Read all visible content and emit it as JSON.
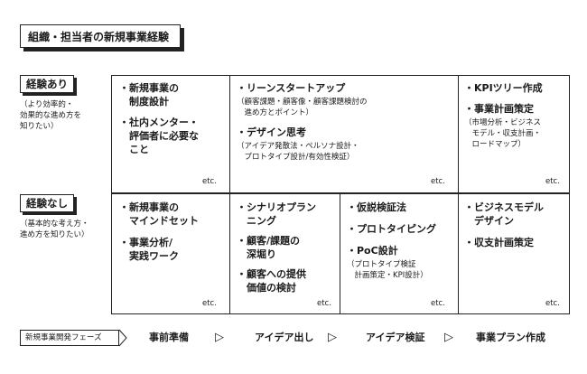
{
  "title": "組織・担当者の新規事業経験",
  "rows": [
    {
      "label": "経験あり",
      "sub": "（より効率的・\n効果的な進め方を\n知りたい）"
    },
    {
      "label": "経験なし",
      "sub": "（基本的な考え方・\n進め方を知りたい）"
    }
  ],
  "grid": {
    "top": [
      {
        "items": [
          {
            "text": "・新規事業の\n　制度設計"
          },
          {
            "text": "・社内メンター・\n　評価者に必要な\n　こと"
          }
        ],
        "etc": "etc."
      },
      {
        "items": [
          {
            "text": "・リーンスタートアップ",
            "note": "（顧客課題・顧客像・顧客課題検討の\n　進め方とポイント）"
          },
          {
            "text": "・デザイン思考",
            "note": "（アイデア発散法・ペルソナ設計・\n　プロトタイプ設計/有効性検証）"
          }
        ],
        "etc": "etc."
      },
      {
        "items": [
          {
            "text": "・KPIツリー作成"
          },
          {
            "text": "・事業計画策定",
            "note": "（市場分析・ビジネス\n　モデル・収支計画・\n　ロードマップ）"
          }
        ],
        "etc": "etc."
      }
    ],
    "bottom": [
      {
        "items": [
          {
            "text": "・新規事業の\n　マインドセット"
          },
          {
            "text": "・事業分析/\n　実践ワーク"
          }
        ],
        "etc": "etc."
      },
      {
        "items": [
          {
            "text": "・シナリオプラン\n　ニング"
          },
          {
            "text": "・顧客/課題の\n　深堀り"
          },
          {
            "text": "・顧客への提供\n　価値の検討"
          }
        ],
        "etc": "etc."
      },
      {
        "items": [
          {
            "text": "・仮説検証法"
          },
          {
            "text": "・プロトタイピング"
          },
          {
            "text": "・PoC設計",
            "note": "（プロトタイプ検証\n　計画策定・KPI設計）"
          }
        ],
        "etc": "etc."
      },
      {
        "items": [
          {
            "text": "・ビジネスモデル\n　デザイン"
          },
          {
            "text": "・収支計画策定"
          }
        ],
        "etc": "etc."
      }
    ]
  },
  "phase_bar": {
    "label": "新規事業開発フェーズ",
    "phases": [
      "事前準備",
      "アイデア出し",
      "アイデア検証",
      "事業プラン作成"
    ],
    "separator": "▷"
  }
}
